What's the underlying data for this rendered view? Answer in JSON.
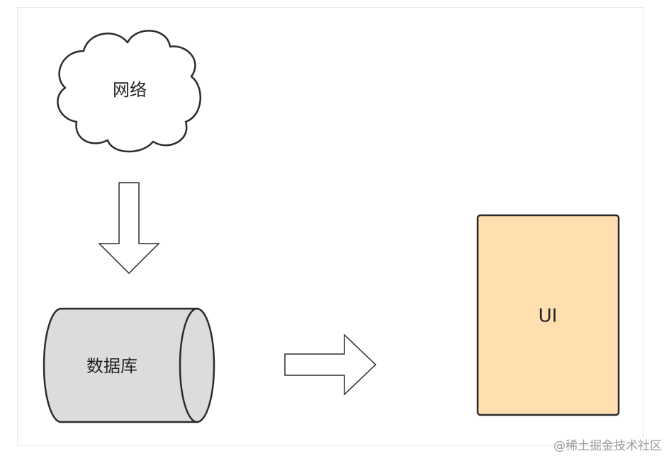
{
  "diagram": {
    "network_label": "网络",
    "database_label": "数据库",
    "ui_label": "UI"
  },
  "colors": {
    "stroke": "#2b2b2b",
    "database_fill": "#dcdcdc",
    "ui_fill": "#ffdfb0",
    "arrow_fill": "#ffffff"
  },
  "watermark": {
    "text": "@稀土掘金技术社区"
  }
}
